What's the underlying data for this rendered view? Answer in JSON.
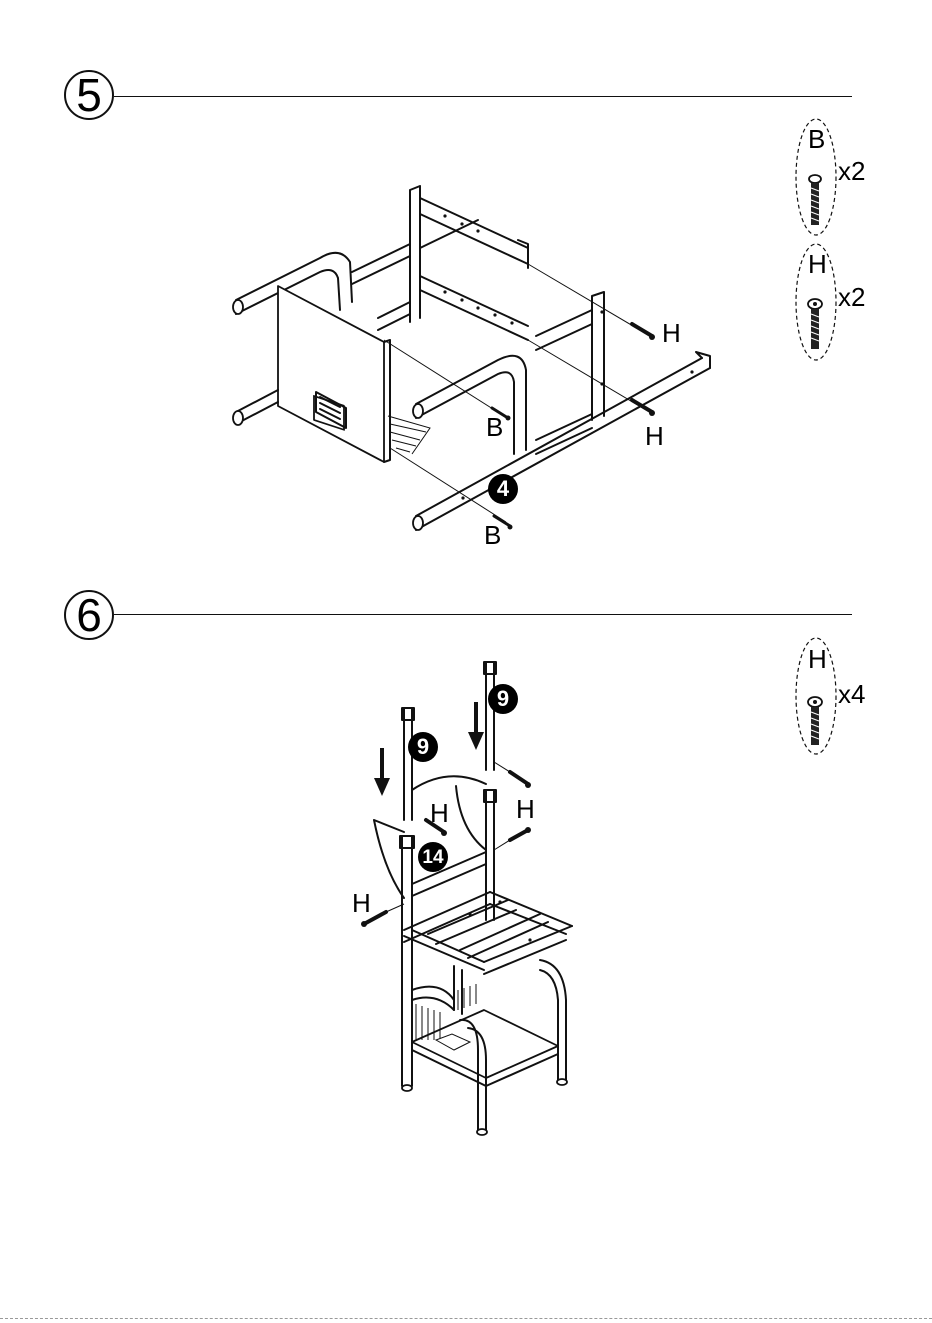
{
  "steps": [
    {
      "number": "5",
      "hardware": [
        {
          "letter": "B",
          "qty": "x2",
          "icon": "screw-b-icon"
        },
        {
          "letter": "H",
          "qty": "x2",
          "icon": "bolt-h-icon"
        }
      ],
      "callouts": [
        "H",
        "H",
        "B",
        "B"
      ],
      "part_numbers": [
        "4"
      ]
    },
    {
      "number": "6",
      "hardware": [
        {
          "letter": "H",
          "qty": "x4",
          "icon": "bolt-h-icon"
        }
      ],
      "callouts": [
        "H",
        "H",
        "H"
      ],
      "part_numbers": [
        "9",
        "9",
        "14"
      ]
    }
  ]
}
